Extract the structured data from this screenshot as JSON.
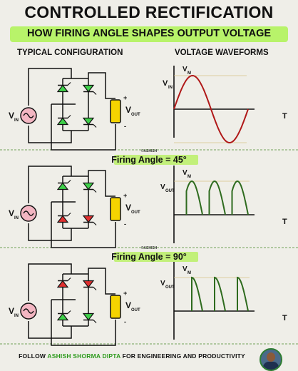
{
  "title": "CONTROLLED RECTIFICATION",
  "subtitle": "HOW FIRING ANGLE SHAPES OUTPUT VOLTAGE",
  "headers": {
    "config": "TYPICAL CONFIGURATION",
    "waveforms": "VOLTAGE WAVEFORMS"
  },
  "labels": {
    "vin": "V",
    "vin_sub": "IN",
    "vout": "V",
    "vout_sub": "OUT",
    "vm": "V",
    "vm_sub": "M",
    "t": "T",
    "plus": "+",
    "minus": "-"
  },
  "firing_45": "Firing Angle = 45°",
  "firing_90": "Firing Angle = 90°",
  "credit": "©ASHISH",
  "footer": {
    "prefix": "FOLLOW ",
    "name": "ASHISH SHORMA DIPTA",
    "suffix": " FOR ENGINEERING AND PRODUCTIVITY"
  },
  "colors": {
    "accent": "#b8f36a",
    "sine": "#b01818",
    "rectified": "#2e6b1e",
    "diode_on": "#3fd14a",
    "diode_off": "#e03030",
    "source": "#f3b6c2",
    "load": "#f5d400",
    "grid": "#d9c28a"
  },
  "chart_data": [
    {
      "type": "line",
      "title": "",
      "xlabel": "T",
      "ylabel": "VIN",
      "series": [
        {
          "values": "one full sinusoidal cycle, amplitude VM"
        }
      ]
    },
    {
      "type": "line",
      "title": "Firing Angle = 45°",
      "xlabel": "T",
      "ylabel": "VOUT",
      "firing_angle_deg": 45,
      "half_cycles": 3
    },
    {
      "type": "line",
      "title": "Firing Angle = 90°",
      "xlabel": "T",
      "ylabel": "VOUT",
      "firing_angle_deg": 90,
      "half_cycles": 3
    }
  ]
}
